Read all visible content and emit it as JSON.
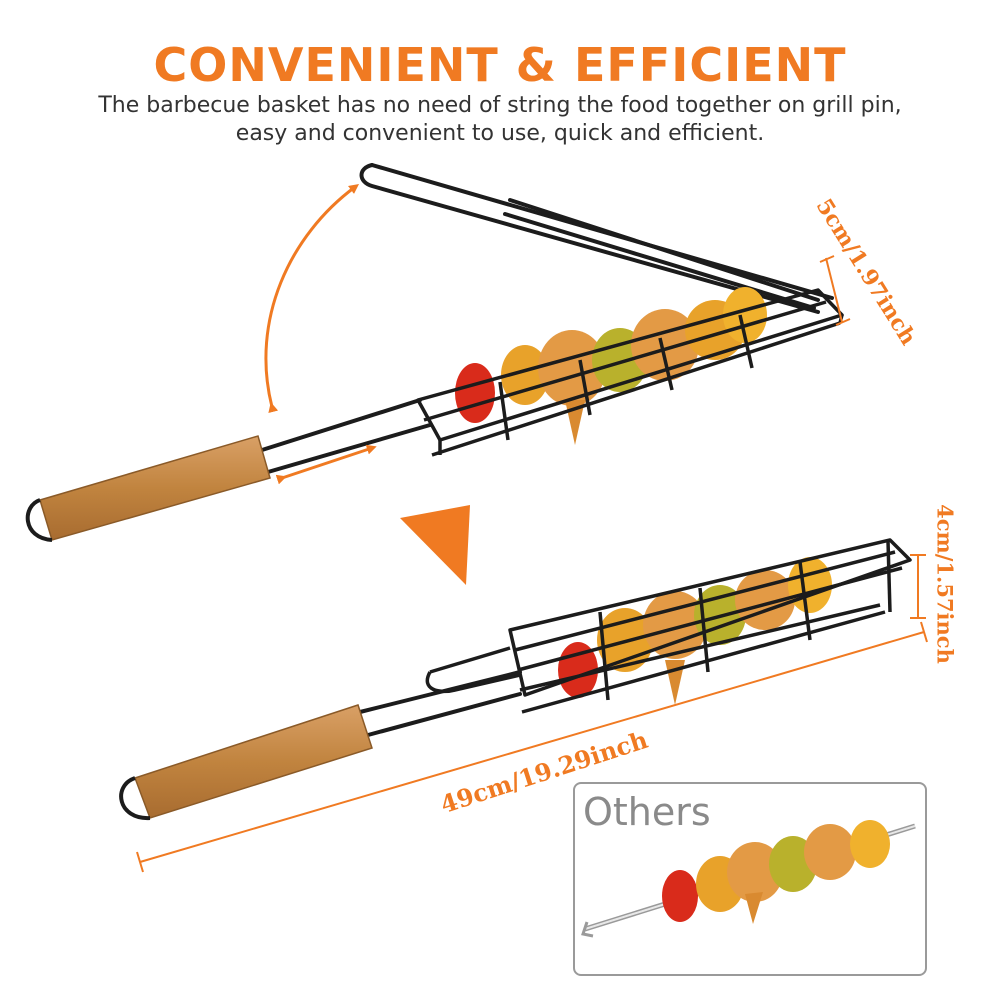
{
  "heading": {
    "title": "CONVENIENT & EFFICIENT",
    "description_line1": "The barbecue basket has no need of string the food together on grill pin,",
    "description_line2": "easy and convenient to use, quick and efficient."
  },
  "dimensions": {
    "open_height": "5cm/1.97inch",
    "closed_height": "4cm/1.57inch",
    "total_length": "49cm/19.29inch"
  },
  "comparison": {
    "label": "Others"
  },
  "colors": {
    "accent": "#f07a22",
    "text": "#333333",
    "wire": "#1c1c1c",
    "wood": "#c8884a",
    "box_border": "#9a9a9a"
  }
}
